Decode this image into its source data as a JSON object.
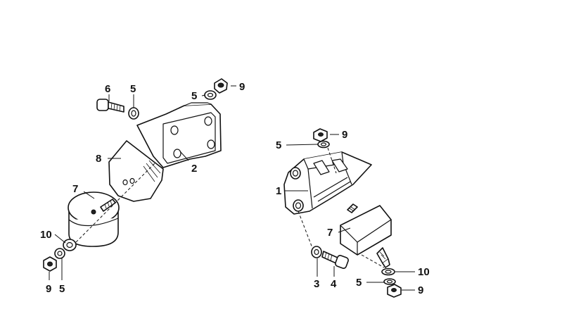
{
  "diagram": {
    "callouts": {
      "left": {
        "c6": "6",
        "c5_top": "5",
        "c5_right": "5",
        "c9_top": "9",
        "c8": "8",
        "c2": "2",
        "c7": "7",
        "c10": "10",
        "c9_bottom": "9",
        "c5_bottom": "5"
      },
      "right": {
        "c9_top": "9",
        "c5_top": "5",
        "c1": "1",
        "c7": "7",
        "c3": "3",
        "c4": "4",
        "c10": "10",
        "c5_bottom": "5",
        "c9_bottom": "9"
      }
    }
  }
}
